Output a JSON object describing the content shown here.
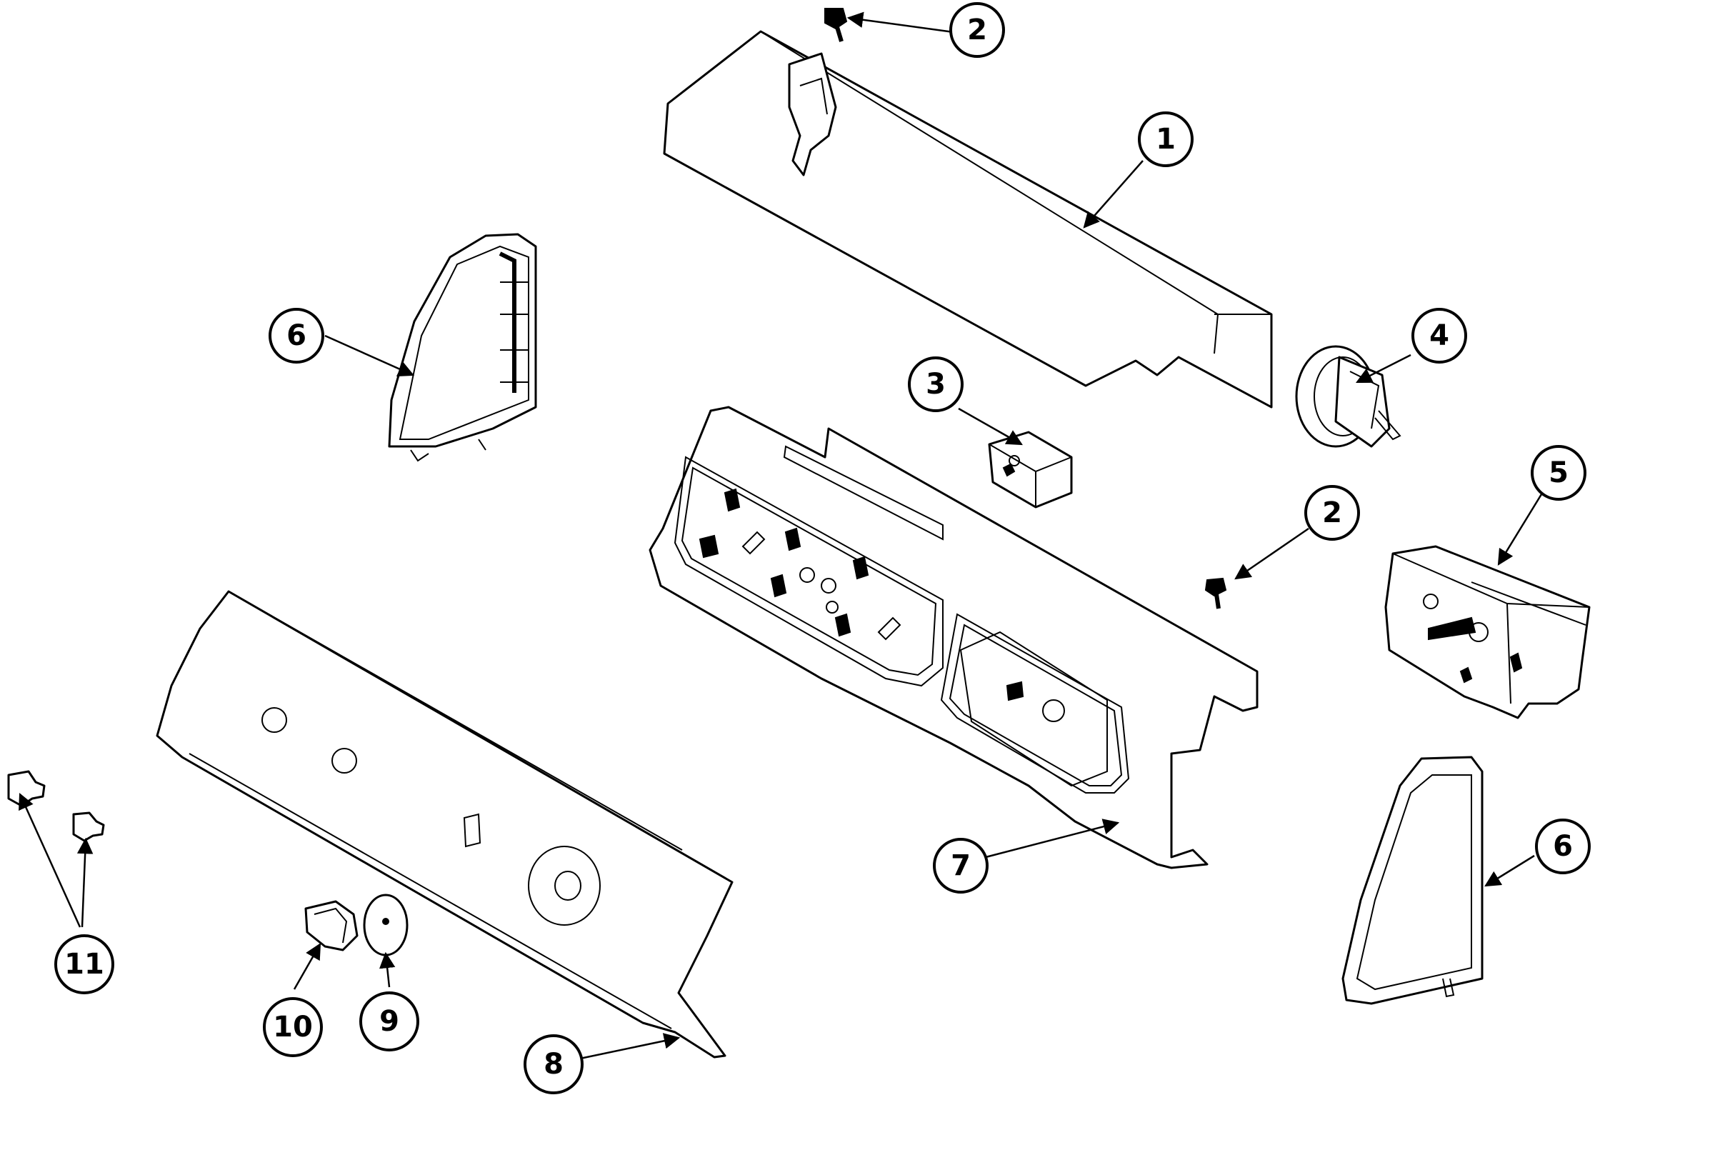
{
  "callouts": [
    {
      "id": "c2-top",
      "label": "2"
    },
    {
      "id": "c1",
      "label": "1"
    },
    {
      "id": "c6-left",
      "label": "6"
    },
    {
      "id": "c3",
      "label": "3"
    },
    {
      "id": "c4",
      "label": "4"
    },
    {
      "id": "c2-right",
      "label": "2"
    },
    {
      "id": "c5",
      "label": "5"
    },
    {
      "id": "c7",
      "label": "7"
    },
    {
      "id": "c6-right",
      "label": "6"
    },
    {
      "id": "c11",
      "label": "11"
    },
    {
      "id": "c10",
      "label": "10"
    },
    {
      "id": "c9",
      "label": "9"
    },
    {
      "id": "c8",
      "label": "8"
    }
  ]
}
